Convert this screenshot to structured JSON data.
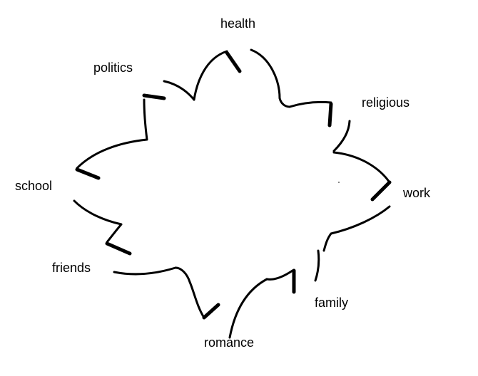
{
  "diagram": {
    "labels": {
      "health": "health",
      "politics": "politics",
      "religious": "religious",
      "school": "school",
      "work": "work",
      "friends": "friends",
      "family": "family",
      "romance": "romance"
    }
  }
}
